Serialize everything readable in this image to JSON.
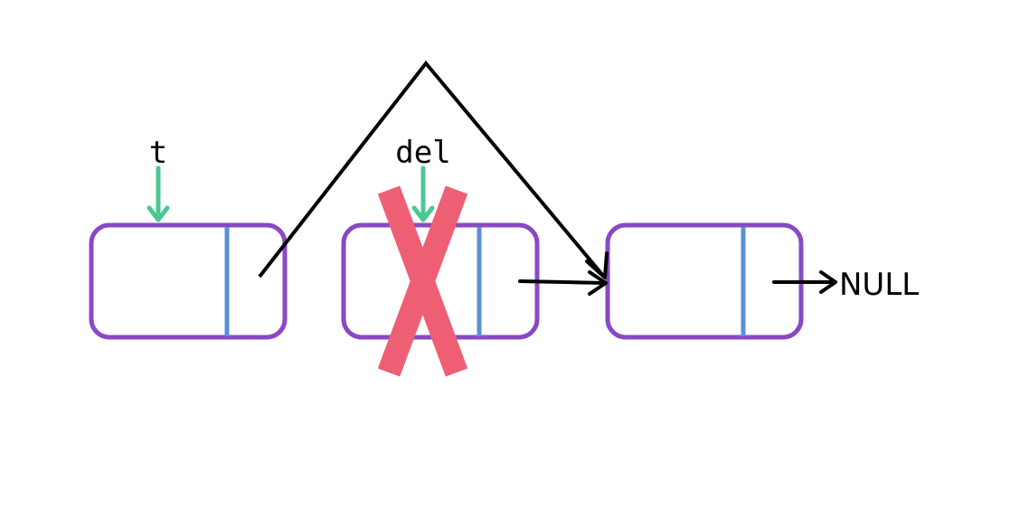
{
  "labels": {
    "t": "t",
    "del": "del",
    "null": "NULL"
  },
  "colors": {
    "node_border": "#8a48c6",
    "node_divider": "#5b8fd8",
    "pointer_arrow": "#4cc792",
    "link_arrow": "#000000",
    "delete_mark": "#ee5f74",
    "label_text": "#000000"
  },
  "nodes": [
    {
      "id": "node-1",
      "role": "kept"
    },
    {
      "id": "node-2",
      "role": "deleted"
    },
    {
      "id": "node-3",
      "role": "kept"
    }
  ]
}
